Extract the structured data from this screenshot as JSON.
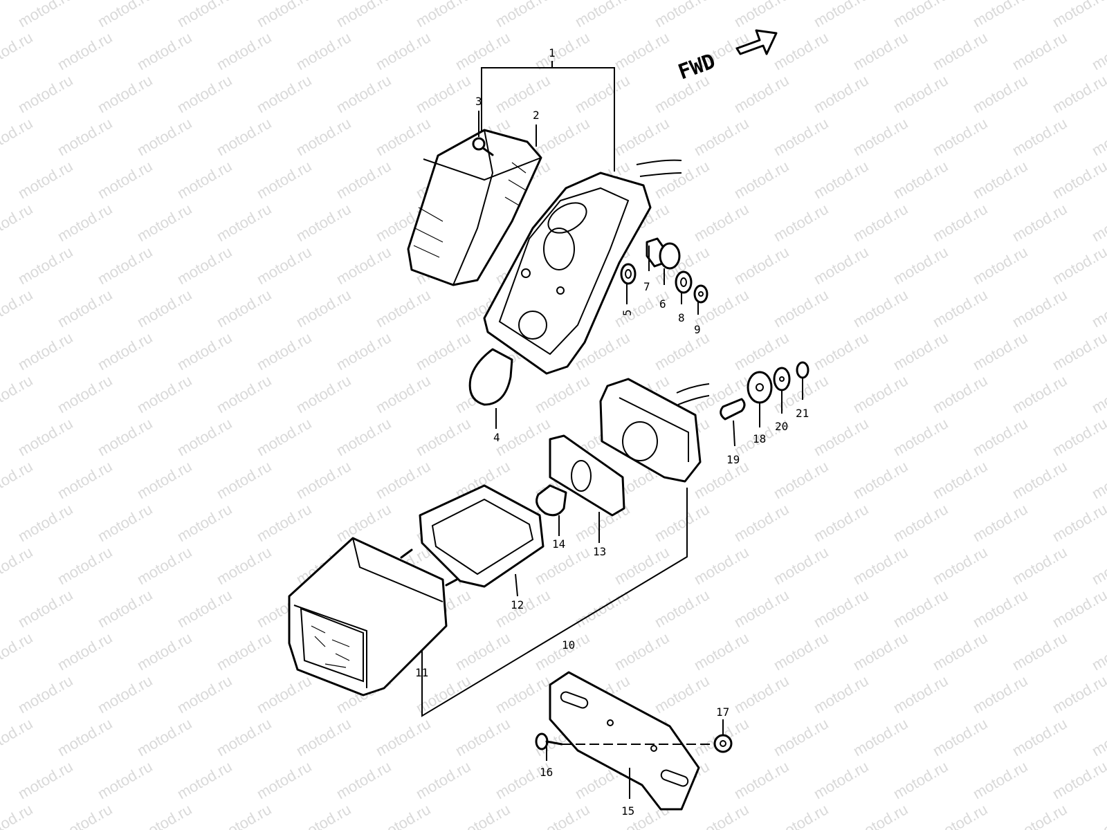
{
  "watermark": "motod.ru",
  "direction": {
    "label": "FWD"
  },
  "callouts": [
    "1",
    "2",
    "3",
    "4",
    "5",
    "6",
    "7",
    "8",
    "9",
    "10",
    "11",
    "12",
    "13",
    "14",
    "15",
    "16",
    "17",
    "18",
    "19",
    "20",
    "21"
  ]
}
